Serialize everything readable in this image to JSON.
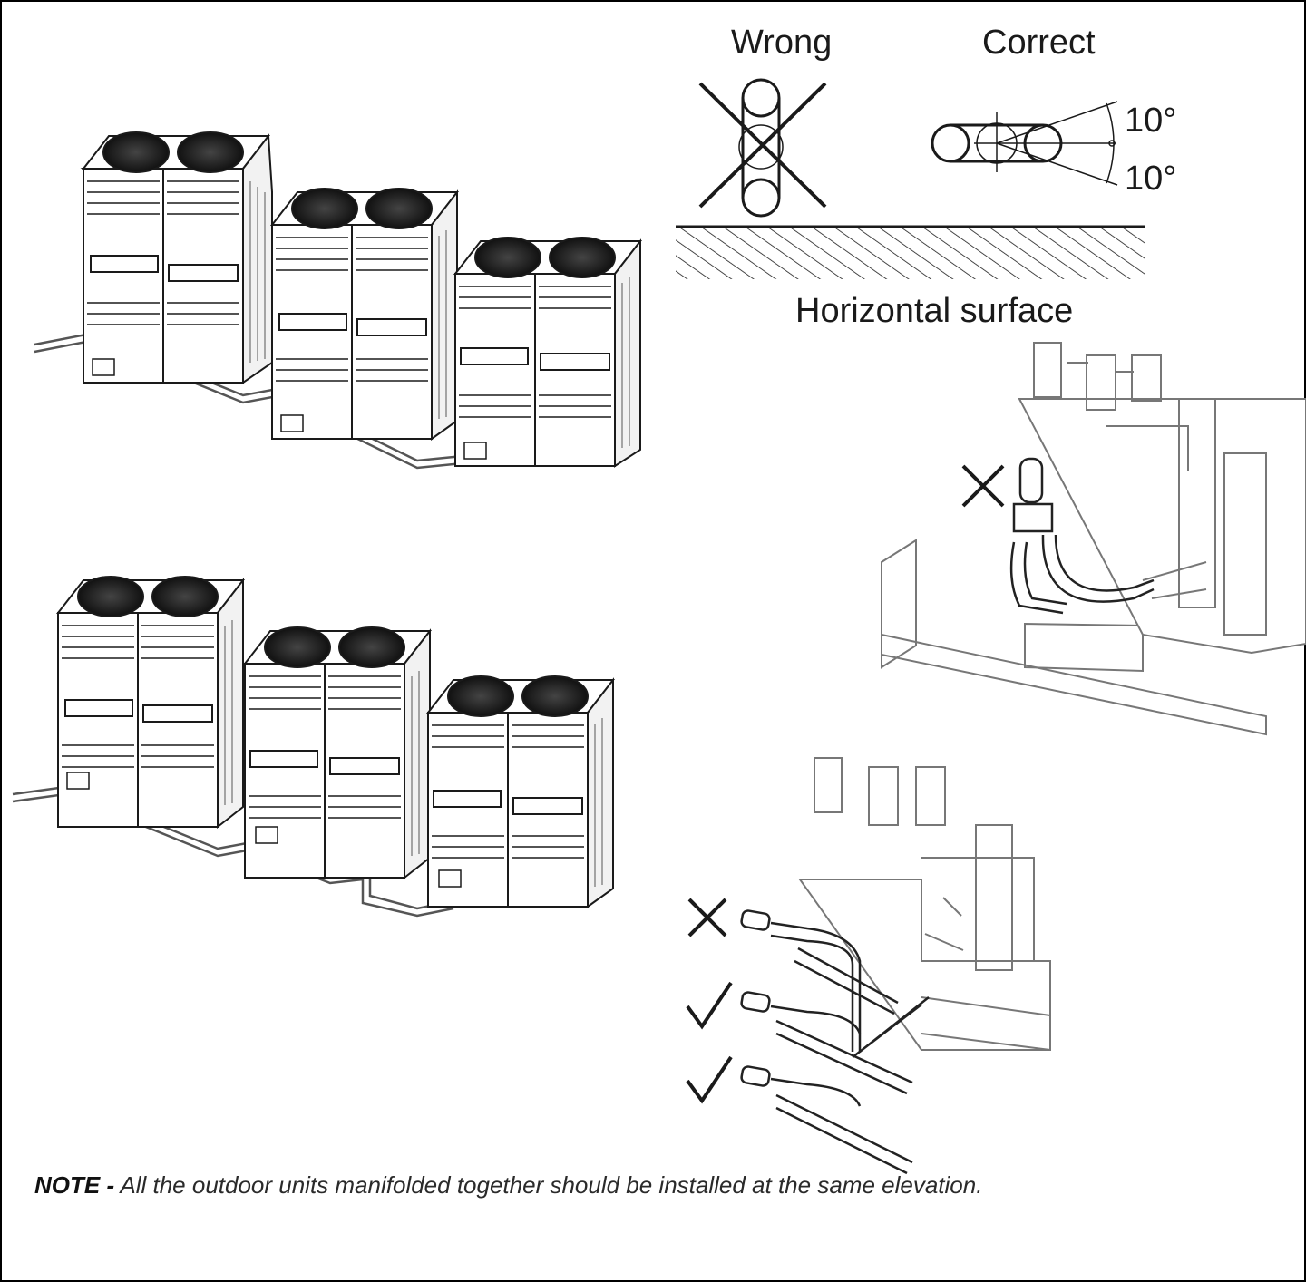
{
  "labels": {
    "wrong": "Wrong",
    "correct": "Correct",
    "angle_upper": "10°",
    "angle_lower": "10°",
    "horizontal_surface": "Horizontal surface"
  },
  "note": {
    "prefix": "NOTE -",
    "text": " All the outdoor units manifolded together should be installed at the same elevation."
  },
  "colors": {
    "line": "#1a1a1a",
    "light_line": "#777777",
    "background": "#ffffff"
  },
  "icons": [
    "wrong-x-icon",
    "correct-check-icon"
  ]
}
